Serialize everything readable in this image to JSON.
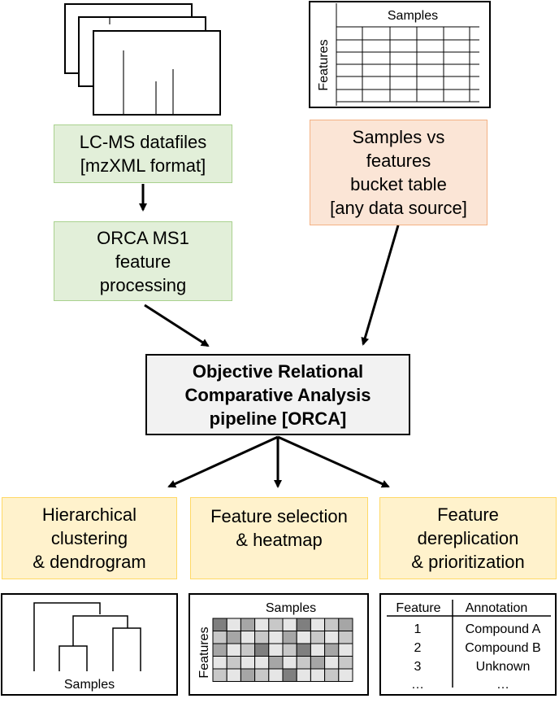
{
  "boxes": {
    "lcms": "LC-MS datafiles\n[mzXML format]",
    "orca_ms1": "ORCA MS1\nfeature\nprocessing",
    "bucket": "Samples vs\nfeatures\nbucket table\n[any data source]",
    "pipeline": "Objective Relational\nComparative Analysis\npipeline [ORCA]",
    "hier": "Hierarchical\nclustering\n& dendrogram",
    "featsel": "Feature selection\n& heatmap",
    "derep": "Feature\ndereplication\n& prioritization"
  },
  "top_table": {
    "col_label": "Samples",
    "row_label": "Features"
  },
  "dendrogram": {
    "label": "Samples"
  },
  "heatmap": {
    "col_label": "Samples",
    "row_label": "Features"
  },
  "annotation_table": {
    "headers": [
      "Feature",
      "Annotation"
    ],
    "rows": [
      [
        "1",
        "Compound A"
      ],
      [
        "2",
        "Compound B"
      ],
      [
        "3",
        "Unknown"
      ],
      [
        "…",
        "…"
      ]
    ]
  }
}
